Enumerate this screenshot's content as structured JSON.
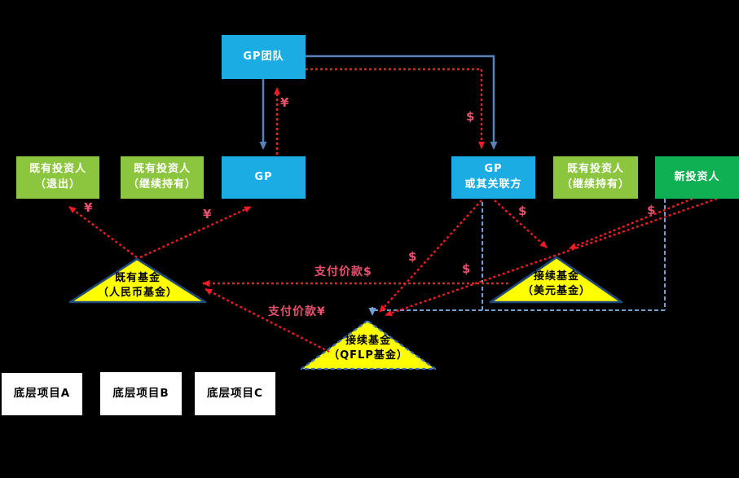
{
  "colors": {
    "background": "#000000",
    "blue_box": "#1BACE4",
    "green_box": "#8CC63F",
    "dark_green_box": "#0FAF54",
    "triangle_fill": "#FFFF00",
    "triangle_border": "#1F497D",
    "red_flow": "#EE1C25",
    "rose_label": "#E8516E",
    "blue_solid_flow": "#5B80B8",
    "blue_dashed_flow": "#6FA0D6"
  },
  "nodes": {
    "gp_team": "GP团队",
    "existing_investor_exit": "既有投资人\n（退出）",
    "existing_investor_hold_1": "既有投资人\n（继续持有）",
    "gp": "GP",
    "gp_or_affiliate": "GP\n或其关联方",
    "existing_investor_hold_2": "既有投资人\n（继续持有）",
    "new_investor": "新投资人",
    "existing_fund": "既有基金\n（人民币基金）",
    "continuation_fund_usd": "接续基金\n（美元基金）",
    "continuation_fund_qflp": "接续基金\n（QFLP基金）",
    "project_a": "底层项目A",
    "project_b": "底层项目B",
    "project_c": "底层项目C"
  },
  "flow_labels": {
    "rmb_gp_to_team": "¥",
    "usd_team_to_affiliate": "$",
    "rmb_fund_to_exit_investor": "¥",
    "rmb_fund_to_gp": "¥",
    "usd_affiliate_to_usd_fund": "$",
    "usd_new_investor_to_usd_fund": "$",
    "usd_affiliate_to_qflp": "$",
    "usd_new_investor_to_qflp": "$",
    "pay_price_usd": "支付价款$",
    "pay_price_rmb": "支付价款¥"
  }
}
